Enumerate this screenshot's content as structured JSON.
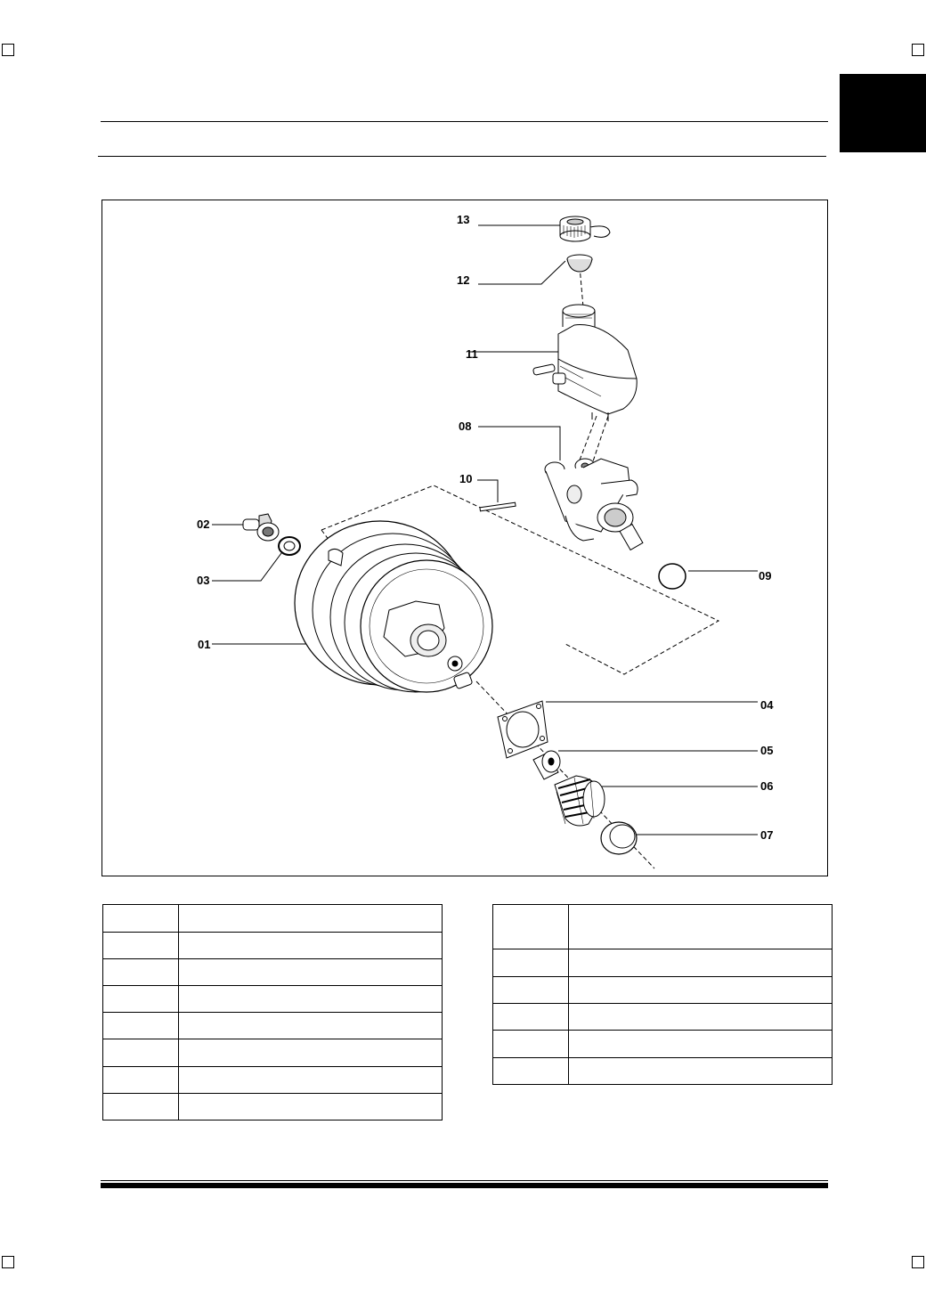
{
  "figure": {
    "callouts": [
      {
        "id": "c13",
        "label": "13"
      },
      {
        "id": "c12",
        "label": "12"
      },
      {
        "id": "c11",
        "label": "11"
      },
      {
        "id": "c08",
        "label": "08"
      },
      {
        "id": "c10",
        "label": "10"
      },
      {
        "id": "c02",
        "label": "02"
      },
      {
        "id": "c03",
        "label": "03"
      },
      {
        "id": "c09",
        "label": "09"
      },
      {
        "id": "c01",
        "label": "01"
      },
      {
        "id": "c04",
        "label": "04"
      },
      {
        "id": "c05",
        "label": "05"
      },
      {
        "id": "c06",
        "label": "06"
      },
      {
        "id": "c07",
        "label": "07"
      }
    ]
  },
  "tables": {
    "left": {
      "row_count": 8
    },
    "right": {
      "row_count": 6
    }
  }
}
